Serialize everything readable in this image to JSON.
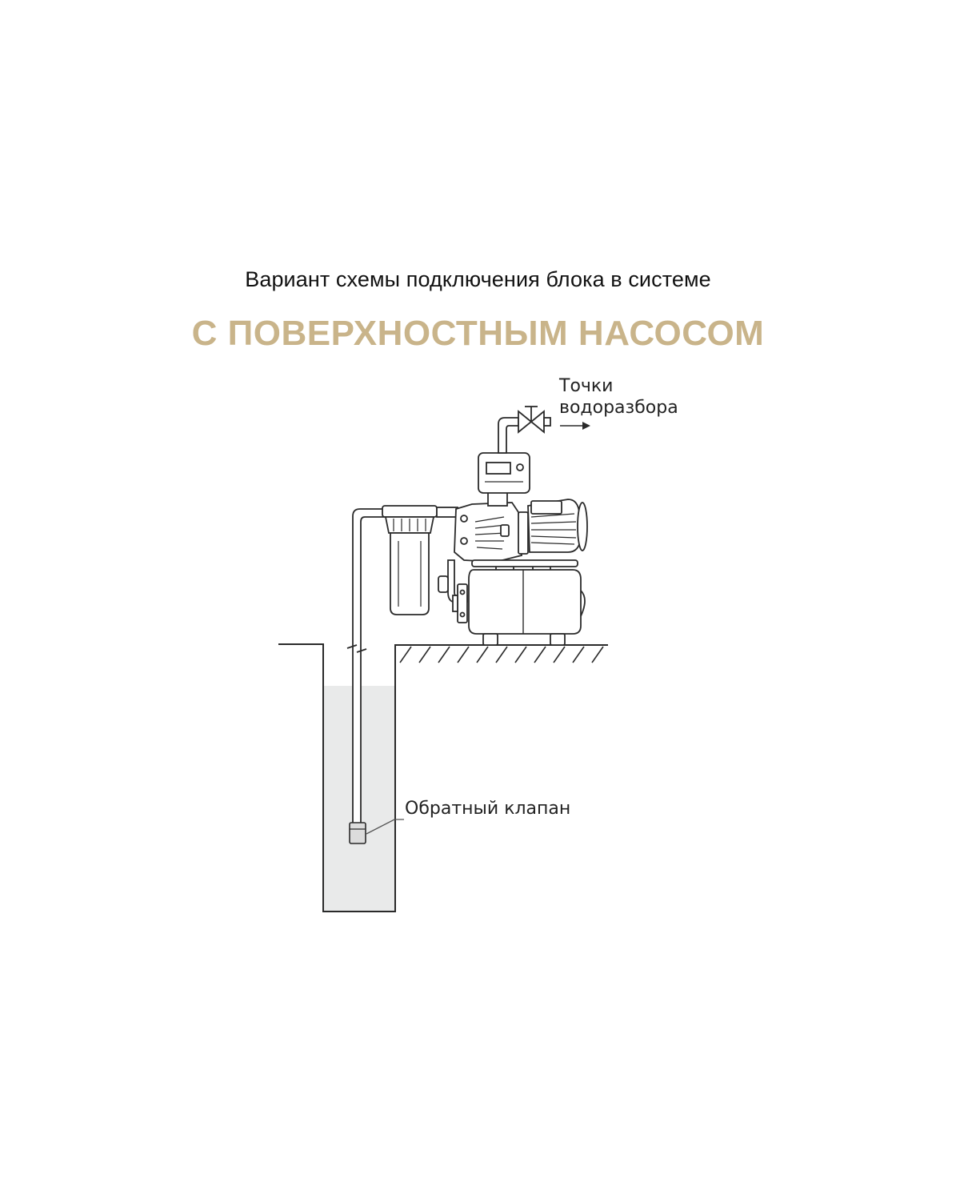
{
  "heading": {
    "subtitle": "Вариант схемы подключения блока в системе",
    "title": "С ПОВЕРХНОСТНЫМ НАСОСОМ",
    "title_color": "#c9b48a"
  },
  "labels": {
    "outlet_line1": "Точки",
    "outlet_line2": "водоразбора",
    "check_valve": "Обратный клапан"
  },
  "colors": {
    "line": "#2a2a2a",
    "water": "#e9eaea",
    "stroke_light": "#555555"
  }
}
